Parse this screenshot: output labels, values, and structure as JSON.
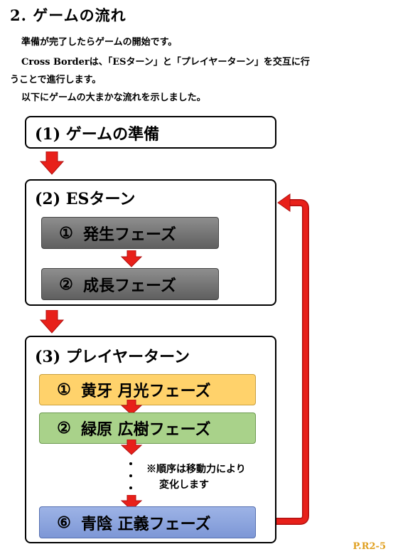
{
  "heading": "2. ゲームの流れ",
  "intro": {
    "line1": "準備が完了したらゲームの開始です。",
    "line2": "Cross Borderは、「ESターン」と「プレイヤーターン」を交互に行",
    "line3": "うことで進行します。",
    "line4": "以下にゲームの大まかな流れを示しました。"
  },
  "steps": {
    "prep": {
      "label": "(1) ゲームの準備"
    },
    "es_turn": {
      "label": "(2) ESターン",
      "phases": [
        {
          "num": "①",
          "label": "発生フェーズ"
        },
        {
          "num": "②",
          "label": "成長フェーズ"
        }
      ]
    },
    "player_turn": {
      "label": "(3) プレイヤーターン",
      "phases": [
        {
          "num": "①",
          "label": "黄牙 月光フェーズ"
        },
        {
          "num": "②",
          "label": "緑原 広樹フェーズ"
        },
        {
          "num": "⑥",
          "label": "青陰 正義フェーズ"
        }
      ],
      "note_line1": "※順序は移動力により",
      "note_line2": "変化します"
    }
  },
  "page_number": "P.R2-5",
  "colors": {
    "arrow": "#e8201a",
    "gray_phase": "#7a7a7a",
    "yellow_phase": "#ffd26b",
    "green_phase": "#a9d28a",
    "blue_phase": "#8da5de",
    "page_number": "#e0a020"
  }
}
